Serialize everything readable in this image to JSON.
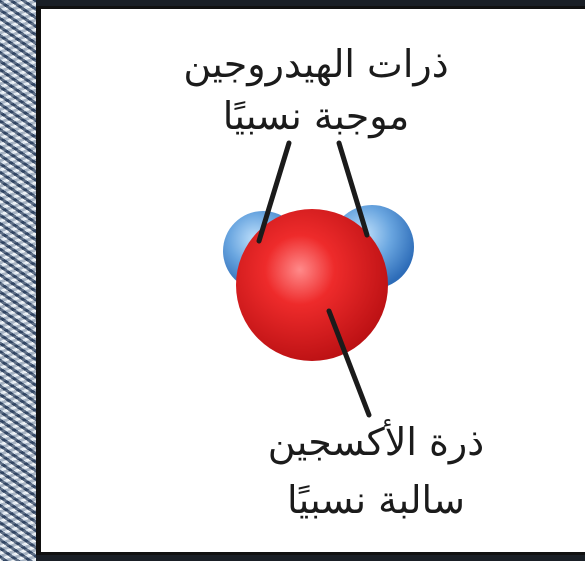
{
  "labels": {
    "hydrogen_line1": "ذرات الهيدروجين",
    "hydrogen_line2": "موجبة نسبيًا",
    "oxygen_line1": "ذرة الأكسجين",
    "oxygen_line2": "سالبة نسبيًا"
  },
  "colors": {
    "oxygen": "#e01e1e",
    "hydrogen": "#5a9ad8",
    "text": "#1b1b1b",
    "frame": "#111111"
  }
}
